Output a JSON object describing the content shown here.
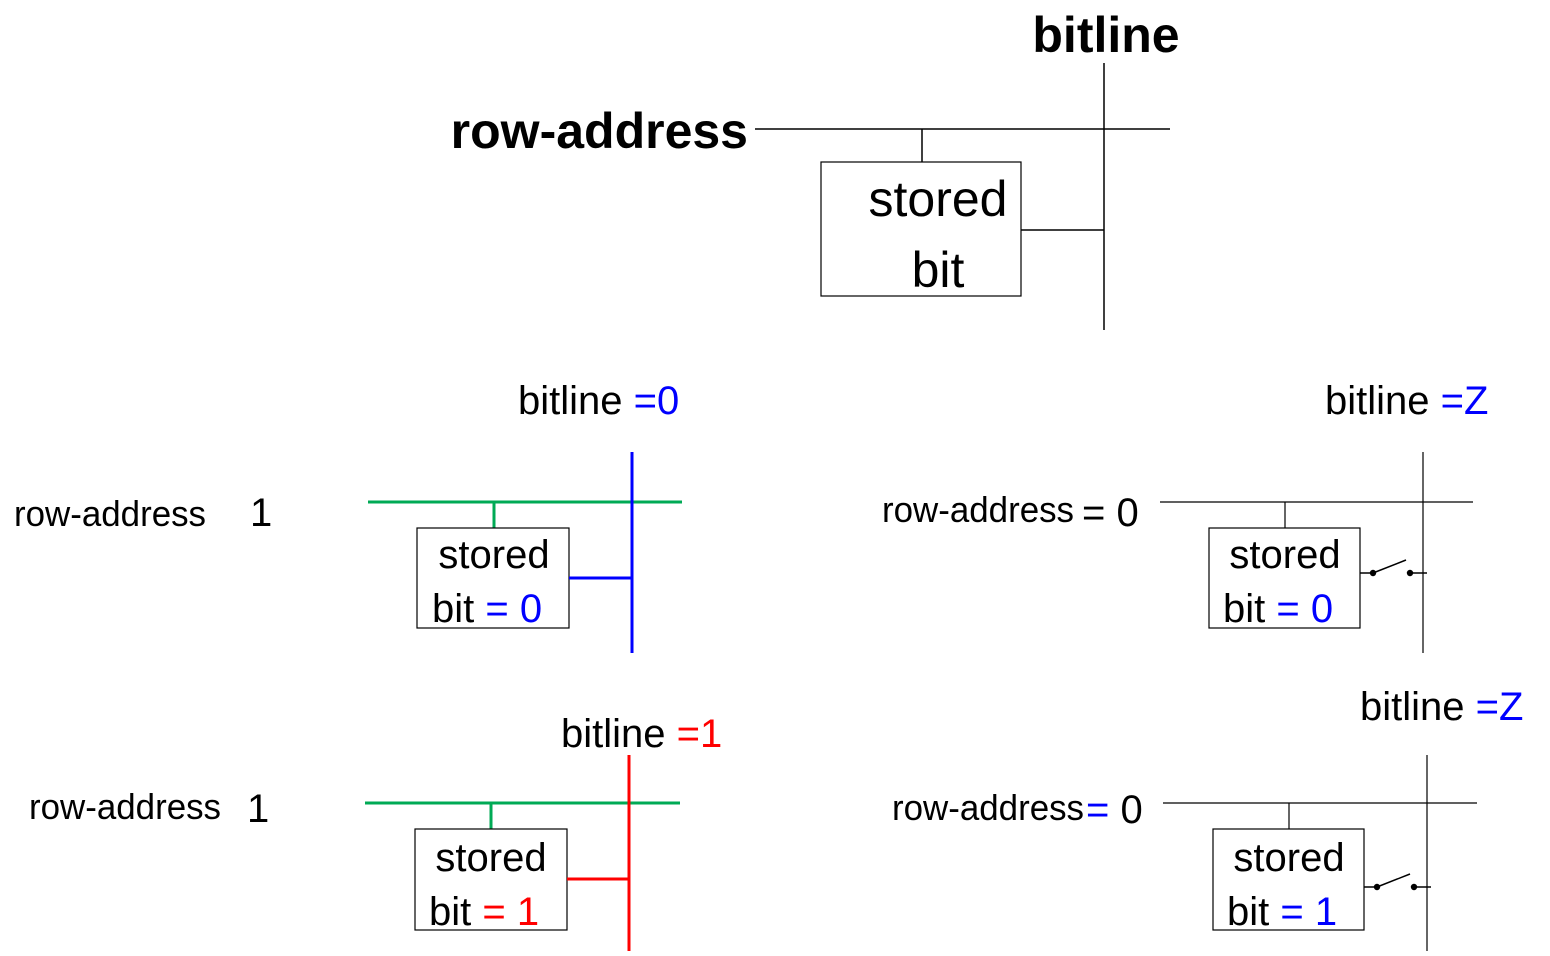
{
  "top": {
    "bitline_label": "bitline",
    "row_address_label": "row-address",
    "cell_line1": "stored",
    "cell_line2": "bit"
  },
  "panels": [
    {
      "bitline_label": "bitline",
      "bitline_value": "=0",
      "bitline_value_color": "#0000ff",
      "row_label": "row-address",
      "row_value": "1",
      "row_value_color": "#007700",
      "row_eq": "",
      "cell_line1": "stored",
      "cell_line2": "bit",
      "cell_eq": "= 0",
      "cell_eq_color": "#0000ff",
      "row_wire_color": "#00aa55",
      "bitline_wire_color": "#0000ff",
      "switch_open": false
    },
    {
      "bitline_label": "bitline",
      "bitline_value": "=Z",
      "bitline_value_color": "#0000ff",
      "row_label": "row-address",
      "row_value": "0",
      "row_value_color": "#000000",
      "row_eq": "=",
      "row_eq_color": "#000000",
      "cell_line1": "stored",
      "cell_line2": "bit",
      "cell_eq": "= 0",
      "cell_eq_color": "#0000ff",
      "row_wire_color": "#000000",
      "bitline_wire_color": "#000000",
      "switch_open": true
    },
    {
      "bitline_label": "bitline",
      "bitline_value": "=1",
      "bitline_value_color": "#ff0000",
      "row_label": "row-address",
      "row_value": "1",
      "row_value_color": "#007700",
      "row_eq": "",
      "cell_line1": "stored",
      "cell_line2": "bit",
      "cell_eq": "= 1",
      "cell_eq_color": "#ff0000",
      "row_wire_color": "#00aa55",
      "bitline_wire_color": "#ff0000",
      "switch_open": false
    },
    {
      "bitline_label": "bitline",
      "bitline_value": "=Z",
      "bitline_value_color": "#0000ff",
      "row_label": "row-address",
      "row_value": "0",
      "row_value_color": "#000000",
      "row_eq": "=",
      "row_eq_color": "#0000ff",
      "cell_line1": "stored",
      "cell_line2": "bit",
      "cell_eq": "= 1",
      "cell_eq_color": "#0000ff",
      "row_wire_color": "#000000",
      "bitline_wire_color": "#000000",
      "switch_open": true
    }
  ]
}
